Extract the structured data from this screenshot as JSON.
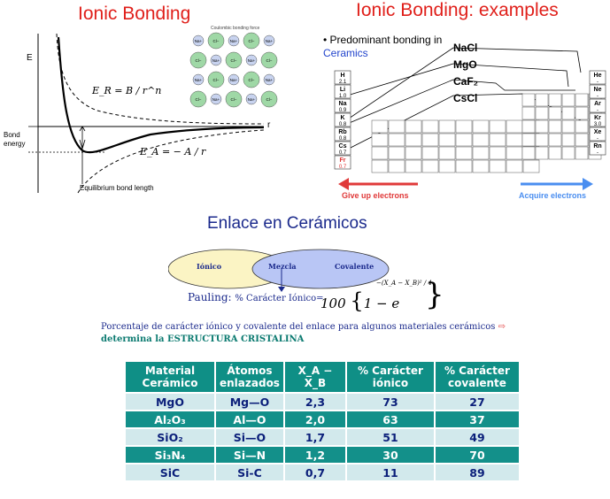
{
  "left_panel": {
    "title": "Ionic Bonding",
    "axis_e": "E",
    "axis_r": "r",
    "bond_energy": "Bond energy",
    "equilibrium": "Equilibrium bond length",
    "coulombic": "Coulombic bonding force",
    "eq_repulsive": "E_R = B / r^n",
    "eq_attractive": "E_A = − A / r",
    "ions": [
      "Na+",
      "Cl−"
    ]
  },
  "right_panel": {
    "title": "Ionic Bonding: examples",
    "bullet_text": "Predominant bonding in",
    "bullet_highlight": "Ceramics",
    "compounds": [
      "NaCl",
      "MgO",
      "CaF₂",
      "CsCl"
    ],
    "give_up": "Give up electrons",
    "acquire": "Acquire electrons",
    "left_elements": [
      {
        "sym": "H",
        "en": "2.1"
      },
      {
        "sym": "Li",
        "en": "1.0"
      },
      {
        "sym": "Na",
        "en": "0.9"
      },
      {
        "sym": "K",
        "en": "0.8"
      },
      {
        "sym": "Rb",
        "en": "0.8"
      },
      {
        "sym": "Cs",
        "en": "0.7"
      },
      {
        "sym": "Fr",
        "en": "0.7"
      }
    ],
    "right_elements": [
      {
        "sym": "He",
        "en": "-"
      },
      {
        "sym": "Ne",
        "en": "-"
      },
      {
        "sym": "Ar",
        "en": "-"
      },
      {
        "sym": "Kr",
        "en": "3.0"
      },
      {
        "sym": "Xe",
        "en": "-"
      },
      {
        "sym": "Rn",
        "en": "-"
      }
    ]
  },
  "middle": {
    "heading": "Enlace en Cerámicos",
    "venn": {
      "left": "Iónico",
      "mid": "Mezcla",
      "right": "Covalente"
    },
    "pauling_label": "Pauling:",
    "pauling_sub": "% Carácter Iónico=",
    "formula_num": "100",
    "formula_body": "1 − e",
    "formula_exp": "−(X_A − X_B)² / 4",
    "caption_line1": "Porcentaje de carácter iónico y covalente del enlace para algunos materiales cerámicos",
    "caption_line2": "determina la ESTRUCTURA CRISTALINA"
  },
  "table": {
    "headers": [
      "Material Cerámico",
      "Átomos enlazados",
      "X_A − X_B",
      "% Carácter iónico",
      "% Carácter covalente"
    ],
    "rows": [
      {
        "material": "MgO",
        "atoms": "Mg—O",
        "diff": "2,3",
        "ionic": "73",
        "covalent": "27"
      },
      {
        "material": "Al₂O₃",
        "atoms": "Al—O",
        "diff": "2,0",
        "ionic": "63",
        "covalent": "37"
      },
      {
        "material": "SiO₂",
        "atoms": "Si—O",
        "diff": "1,7",
        "ionic": "51",
        "covalent": "49"
      },
      {
        "material": "Si₃N₄",
        "atoms": "Si—N",
        "diff": "1,2",
        "ionic": "30",
        "covalent": "70"
      },
      {
        "material": "SiC",
        "atoms": "Si-C",
        "diff": "0,7",
        "ionic": "11",
        "covalent": "89"
      }
    ]
  }
}
